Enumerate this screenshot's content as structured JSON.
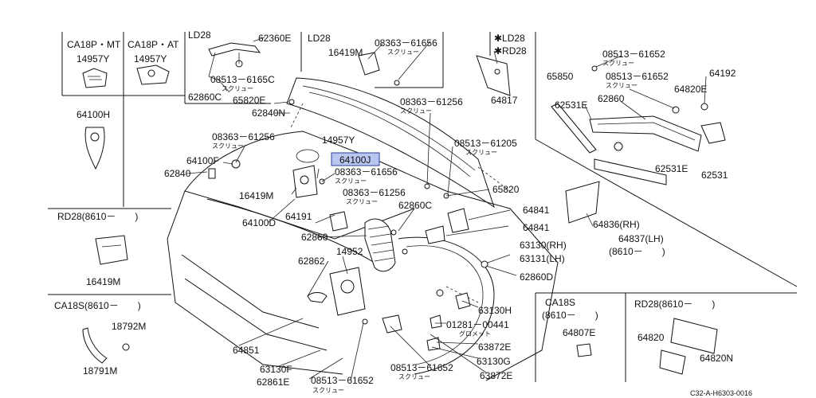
{
  "diagram": {
    "doc_code": "C32-A-H6303-0016",
    "katakana": {
      "screw": "スクリュー",
      "grommet": "グロメット"
    },
    "insets": {
      "ca18p_mt": "CA18P・MT",
      "ca18p_at": "CA18P・AT",
      "ld28_top": "LD28",
      "ld28_mid": "LD28",
      "ld28_rd28": "✱LD28",
      "rd28_star": "✱RD28",
      "rd28_left": "RD28(8610－　　)",
      "ca18s_left": "CA18S(8610－　　)",
      "ca18s_bottom": "CA18S",
      "ca18s_bottom_date": "(8610－　　)",
      "rd28_bottom": "RD28(8610－　　)"
    },
    "parts": {
      "p14957y_a": "14957Y",
      "p14957y_b": "14957Y",
      "p62360e": "62360E",
      "p08513_6165c": "08513－6165C",
      "p62860c_top": "62860C",
      "p16419m_top": "16419M",
      "p08363_61656_top": "08363－61656",
      "p64817": "64817",
      "p08513_61652_a": "08513－61652",
      "p08513_61652_b": "08513－61652",
      "p64192": "64192",
      "p65850": "65850",
      "p64820e": "64820E",
      "p62531e_a": "62531E",
      "p62860": "62860",
      "p62531e_b": "62531E",
      "p62531": "62531",
      "p64100h": "64100H",
      "p65820e": "65820E",
      "p62840n": "62840N",
      "p08363_61256_a": "08363－61256",
      "p08363_61256_b": "08363－61256",
      "p08363_61256_c": "08363－61256",
      "p14957y_c": "14957Y",
      "p08513_61205": "08513－61205",
      "p64100f": "64100F",
      "p64100j": "64100J",
      "p62840": "62840",
      "p08363_61656_b": "08363－61656",
      "p65820": "65820",
      "p16419m_mid": "16419M",
      "p62860c_mid": "62860C",
      "p64841_a": "64841",
      "p64841_b": "64841",
      "p64100d": "64100D",
      "p64191": "64191",
      "p64836": "64836(RH)",
      "p64837": "64837(LH)",
      "p64836_date": "(8610－　　)",
      "p62860_mid": "62860",
      "p63130_rh": "63130(RH)",
      "p63131_lh": "63131(LH)",
      "p14952": "14952",
      "p62862": "62862",
      "p62860d": "62860D",
      "p16419m_left": "16419M",
      "p18792m": "18792M",
      "p18791m": "18791M",
      "p63130h": "63130H",
      "p01281_00441": "01281－00441",
      "p64807e": "64807E",
      "p64820": "64820",
      "p64820n": "64820N",
      "p64851": "64851",
      "p63872e_a": "63872E",
      "p63130f": "63130F",
      "p63130g": "63130G",
      "p62861e": "62861E",
      "p08513_61652_c": "08513－61652",
      "p08513_61652_d": "08513－61652",
      "p63872e_b": "63872E"
    },
    "highlight_color": "#b9c6f0"
  }
}
